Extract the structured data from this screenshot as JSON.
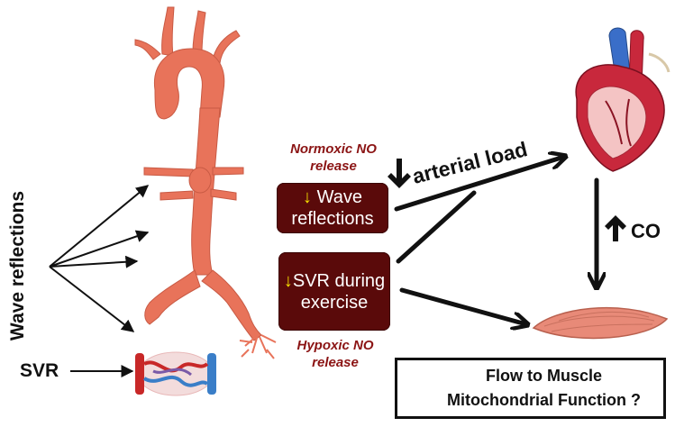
{
  "labels": {
    "wave_reflections_side": "Wave reflections",
    "svr_side": "SVR",
    "normoxic": "Normoxic NO release",
    "hypoxic": "Hypoxic NO release",
    "arterial_load": "arterial load",
    "co": "CO"
  },
  "boxes": {
    "wave": "Wave reflections",
    "svr": "SVR during exercise"
  },
  "result": {
    "line1": "Flow to Muscle",
    "line2": "Mitochondrial Function ?"
  },
  "icons": {
    "down_arrow": "down-arrow-icon",
    "up_arrow": "up-arrow-icon"
  },
  "colors": {
    "aorta": "#e8735a",
    "box_fill": "#5a0a0a",
    "arrow_yellow": "#f5e000",
    "no_label": "#8b1414",
    "muscle": "#e88a78",
    "heart": "#c8283c"
  }
}
